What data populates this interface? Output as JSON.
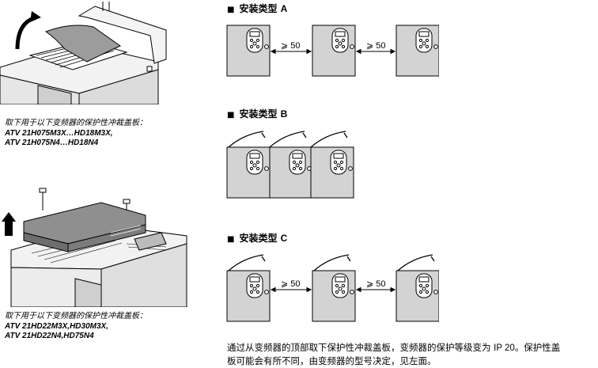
{
  "left_panel": {
    "caption_top": {
      "line1": "取下用于以下变频器的保护性冲裁盖板：",
      "line2": "ATV 21H075M3X…HD18M3X,",
      "line3": "ATV 21H075N4…HD18N4"
    },
    "caption_bottom": {
      "line1": "取下用于以下变频器的保护性冲裁盖板：",
      "line2": "ATV 21HD22M3X,HD30M3X,",
      "line3": "ATV 21HD22N4,HD75N4"
    }
  },
  "sections": [
    {
      "bullet": "■",
      "label": "安装类型",
      "letter": "A",
      "gap_label": "⩾ 50"
    },
    {
      "bullet": "■",
      "label": "安装类型",
      "letter": "B"
    },
    {
      "bullet": "■",
      "label": "安装类型",
      "letter": "C",
      "gap_label": "⩾ 50"
    }
  ],
  "note": {
    "line1_a": "通过从变频器的顶部取下保护性冲裁盖板，变频器的保护等级变为",
    "line1_ip": "IP 20",
    "line1_b": "。保护性盖",
    "line2": "板可能会有所不同，由变频器的型号决定，见左面。"
  },
  "colors": {
    "drive_body": "#d3d3d3",
    "outline": "#000000",
    "background": "#ffffff"
  }
}
